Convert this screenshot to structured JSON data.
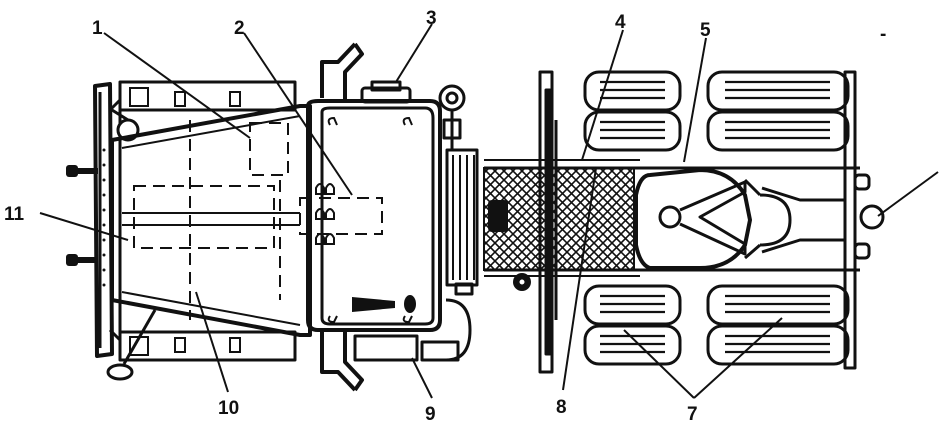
{
  "labels": {
    "l1": "1",
    "l2": "2",
    "l3": "3",
    "l4": "4",
    "l5": "5",
    "l7": "7",
    "l8": "8",
    "l9": "9",
    "l10": "10",
    "l11": "11"
  },
  "mark": "-"
}
